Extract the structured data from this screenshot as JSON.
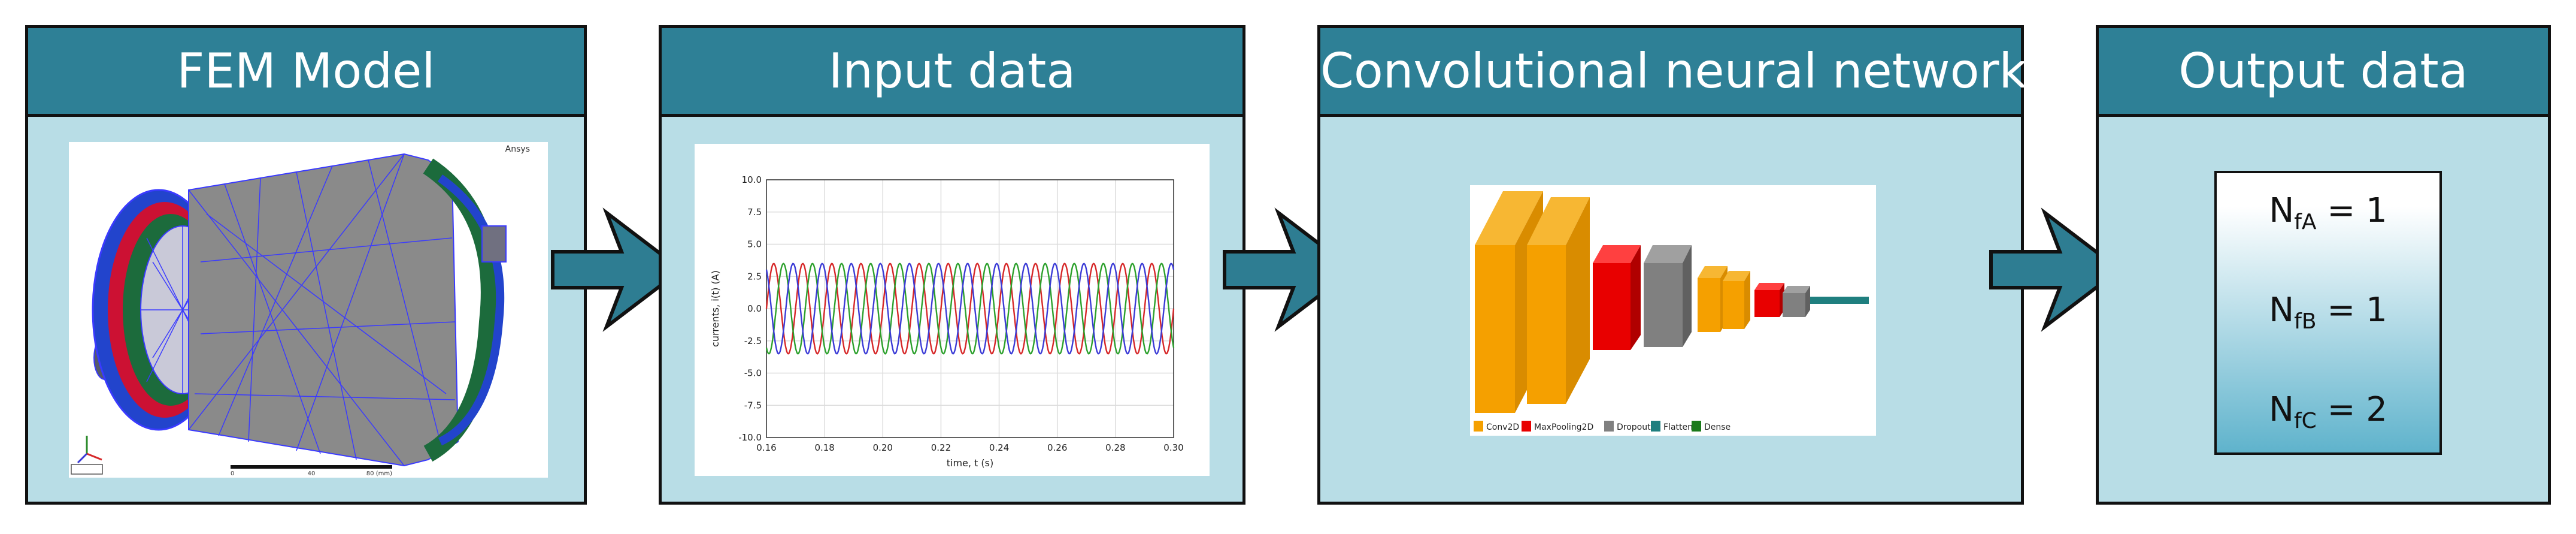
{
  "panels": [
    {
      "title": "FEM Model"
    },
    {
      "title": "Input data"
    },
    {
      "title": "Convolutional neural network"
    },
    {
      "title": "Output data"
    }
  ],
  "fem": {
    "brand": "Ansys",
    "scale_labels": [
      "0",
      "40",
      "80 (mm)"
    ]
  },
  "input_chart": {
    "chart_data": {
      "type": "line",
      "xlabel": "time, t (s)",
      "ylabel": "currents, i(t) (A)",
      "xlim": [
        0.16,
        0.3
      ],
      "ylim": [
        -10.0,
        10.0
      ],
      "x_ticks": [
        "0.16",
        "0.18",
        "0.20",
        "0.22",
        "0.24",
        "0.26",
        "0.28",
        "0.30"
      ],
      "y_ticks": [
        "10.0",
        "7.5",
        "5.0",
        "2.5",
        "0.0",
        "-2.5",
        "-5.0",
        "-7.5",
        "-10.0"
      ],
      "grid": true,
      "series": [
        {
          "amplitude": 3.5,
          "frequency_hz": 100,
          "phase_deg": 0,
          "color": "#d62728"
        },
        {
          "amplitude": 3.5,
          "frequency_hz": 100,
          "phase_deg": -120,
          "color": "#2ca02c"
        },
        {
          "amplitude": 3.5,
          "frequency_hz": 100,
          "phase_deg": 120,
          "color": "#3b3bd6"
        }
      ]
    }
  },
  "cnn": {
    "legend": [
      {
        "label": "Conv2D",
        "color": "#f5a000"
      },
      {
        "label": "MaxPooling2D",
        "color": "#e80000"
      },
      {
        "label": "Dropout",
        "color": "#808080"
      },
      {
        "label": "Flatten",
        "color": "#1f7f7f"
      },
      {
        "label": "Dense",
        "color": "#1a7a1a"
      }
    ]
  },
  "output": {
    "lines": [
      {
        "prefix": "N",
        "sub": "fA",
        "suffix": " = 1"
      },
      {
        "prefix": "N",
        "sub": "fB",
        "suffix": " = 1"
      },
      {
        "prefix": "N",
        "sub": "fC",
        "suffix": " = 2"
      }
    ]
  },
  "colors": {
    "header": "#2e8096",
    "panel_bg": "#b8dde6",
    "arrow": "#2e7d92"
  }
}
